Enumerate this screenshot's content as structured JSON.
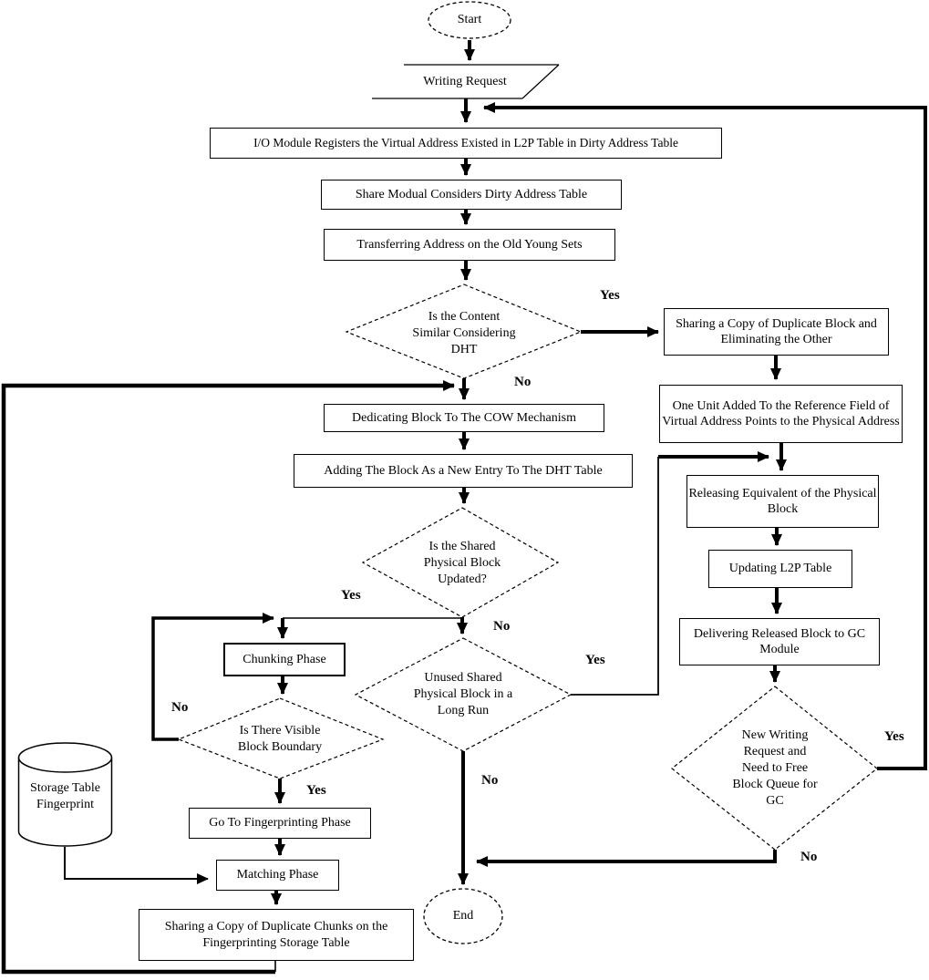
{
  "diagram": {
    "type": "flowchart",
    "branch_labels": {
      "yes": "Yes",
      "no": "No"
    },
    "nodes": {
      "start": "Start",
      "writing_request": "Writing Request",
      "io_module": "I/O Module Registers the Virtual Address Existed in L2P Table in Dirty Address Table",
      "share_module": "Share Modual Considers Dirty Address Table",
      "transferring": "Transferring Address on the Old Young Sets",
      "content_similar": "Is the Content Similar Considering DHT",
      "sharing_duplicate_block": "Sharing a Copy of Duplicate Block and Eliminating the Other",
      "one_unit_added": "One Unit Added To the Reference Field of Virtual Address Points to the Physical Address",
      "dedicating_cow": "Dedicating Block To The COW Mechanism",
      "adding_dht": "Adding The Block As a New Entry To The DHT Table",
      "shared_block_updated": "Is the Shared Physical Block Updated?",
      "releasing_equivalent": "Releasing Equivalent of the Physical Block",
      "updating_l2p": "Updating L2P Table",
      "delivering_gc": "Delivering Released Block to GC Module",
      "chunking_phase": "Chunking Phase",
      "visible_boundary": "Is There Visible Block Boundary",
      "unused_shared": "Unused Shared Physical Block in a Long Run",
      "new_writing_request": "New Writing Request and Need to Free Block Queue for GC",
      "go_fingerprinting": "Go To Fingerprinting Phase",
      "matching_phase": "Matching Phase",
      "sharing_duplicate_chunks": "Sharing a Copy of Duplicate Chunks on the Fingerprinting Storage Table",
      "storage_table": "Storage Table Fingerprint",
      "end": "End"
    },
    "colors": {
      "stroke": "#000000",
      "background": "#ffffff"
    }
  }
}
